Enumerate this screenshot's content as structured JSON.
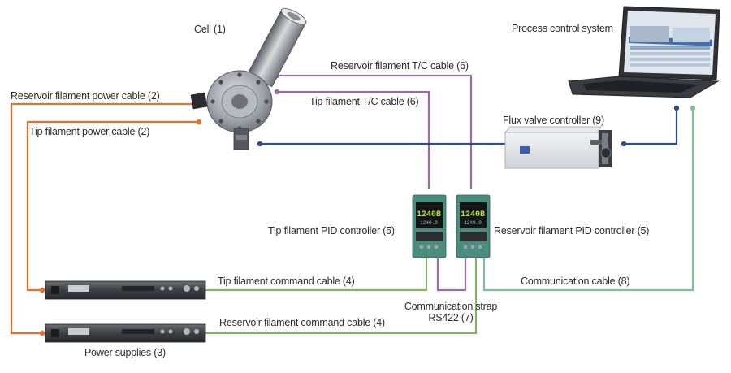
{
  "colors": {
    "power": "#e8712a",
    "thermocouple": "#9a6ea3",
    "flux": "#2b4e8c",
    "command": "#86b361",
    "comm": "#7fbf9a",
    "strap": "#9a6ea3"
  },
  "labels": {
    "cell": "Cell (1)",
    "process_control": "Process control system",
    "reservoir_tc": "Reservoir filament T/C cable (6)",
    "reservoir_power": "Reservoir filament power cable (2)",
    "tip_tc": "Tip filament T/C cable (6)",
    "tip_power": "Tip filament power cable (2)",
    "flux_valve": "Flux valve controller (9)",
    "tip_pid": "Tip filament PID controller (5)",
    "reservoir_pid": "Reservoir filament PID controller (5)",
    "tip_command": "Tip filament command cable (4)",
    "comm_cable": "Communication cable (8)",
    "comm_strap_1": "Communication strap",
    "comm_strap_2": "RS422 (7)",
    "reservoir_command": "Reservoir filament command cable (4)",
    "power_supplies": "Power supplies (3)"
  },
  "devices": {
    "pid_display_top": "1240B",
    "pid_display_mid": "1240.0"
  }
}
